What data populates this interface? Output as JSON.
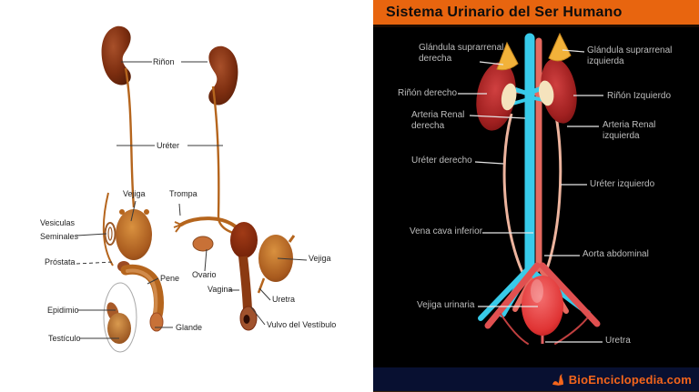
{
  "left_panel": {
    "labels": {
      "rinon": "Riñon",
      "ureter": "Uréter",
      "vejiga_male": "Vejiga",
      "vesiculas_seminales": "Vesiculas Seminales",
      "prostata": "Próstata",
      "pene": "Pene",
      "epidimio": "Epidimio",
      "testiculo": "Testículo",
      "glande": "Glande",
      "trompa": "Trompa",
      "ovario": "Ovario",
      "vagina": "Vagina",
      "vejiga_female": "Vejiga",
      "uretra_female": "Uretra",
      "vulvo": "Vulvo del Vestíbulo"
    }
  },
  "right_panel": {
    "title": "Sistema Urinario del Ser Humano",
    "labels": {
      "glandula_der": "Glándula suprarrenal derecha",
      "glandula_izq": "Glándula suprarrenal izquierda",
      "rinon_der": "Riñón derecho",
      "rinon_izq": "Riñón Izquierdo",
      "arteria_der": "Arteria Renal derecha",
      "arteria_izq": "Arteria Renal izquierda",
      "ureter_der": "Uréter derecho",
      "ureter_izq": "Uréter izquierdo",
      "vena_cava": "Vena cava inferior",
      "aorta": "Aorta abdominal",
      "vejiga_urinaria": "Vejiga urinaria",
      "uretra": "Uretra"
    },
    "footer_brand": "BioEnciclopedia.com",
    "colors": {
      "header_bg": "#e8650f",
      "panel_bg": "#000000",
      "footer_bg": "#081031",
      "label_text": "#bdbdbd",
      "leader_line": "#e6e6e6",
      "brand_text": "#f4651b",
      "kidney": "#9c1c1c",
      "adrenal_gland": "#f2b23a",
      "vena_cava_vessel": "#38cbea",
      "aorta_vessel": "#e66a60",
      "bladder": "#e84848"
    }
  }
}
